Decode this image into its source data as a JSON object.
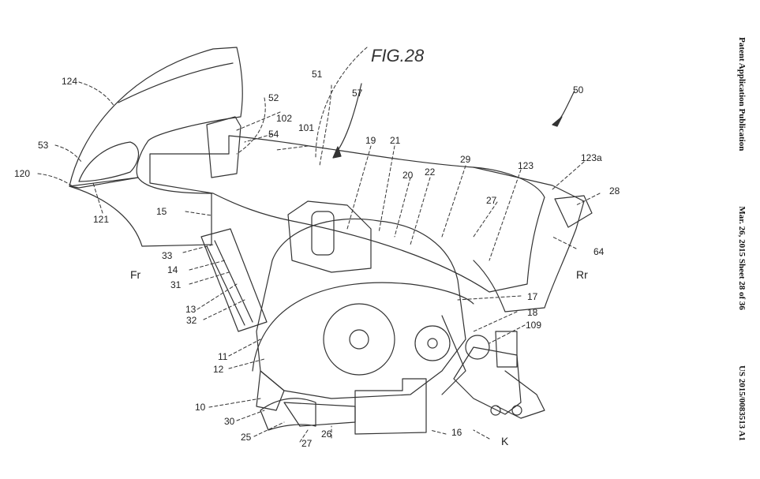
{
  "figure": {
    "title": "FIG.28"
  },
  "header": {
    "publication": "Patent Application Publication",
    "date_sheet": "Mar. 26, 2015 Sheet 28 of 36",
    "number": "US 2015/0083513 A1"
  },
  "labels": {
    "l124": "124",
    "l53": "53",
    "l120": "120",
    "l121": "121",
    "l52": "52",
    "l51": "51",
    "l57": "57",
    "l102": "102",
    "l54": "54",
    "l101": "101",
    "l19": "19",
    "l21": "21",
    "l20": "20",
    "l22": "22",
    "l29": "29",
    "l123": "123",
    "l123a": "123a",
    "l50": "50",
    "l28": "28",
    "l27a": "27",
    "l64": "64",
    "l15": "15",
    "l33": "33",
    "l14": "14",
    "l31": "31",
    "lFr": "Fr",
    "lRr": "Rr",
    "l13": "13",
    "l32": "32",
    "l17": "17",
    "l18": "18",
    "l109": "109",
    "l11": "11",
    "l12": "12",
    "l10": "10",
    "l30": "30",
    "l25": "25",
    "l27b": "27",
    "l26": "26",
    "l16": "16",
    "lK": "K"
  }
}
